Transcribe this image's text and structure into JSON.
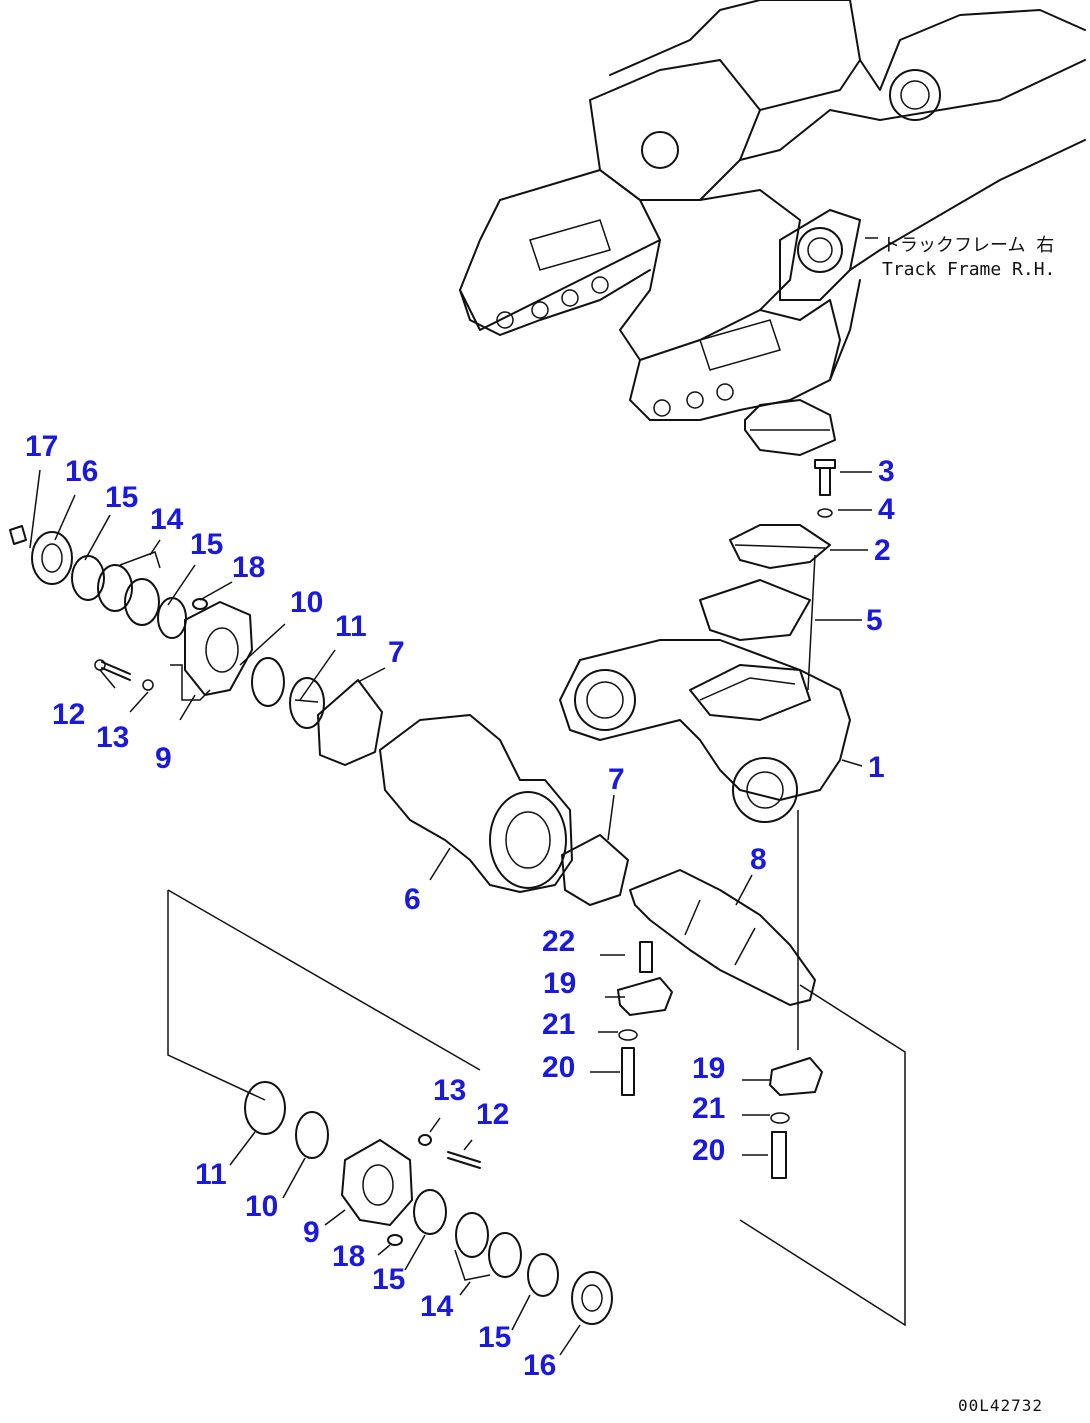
{
  "callout_color": "#1a1adf",
  "frame_note": {
    "line1": "トラックフレーム 右",
    "line2": "Track Frame R.H."
  },
  "drawing_number": "00L42732",
  "callouts": [
    {
      "id": "c1",
      "label": "1"
    },
    {
      "id": "c2",
      "label": "2"
    },
    {
      "id": "c3",
      "label": "3"
    },
    {
      "id": "c4",
      "label": "4"
    },
    {
      "id": "c5",
      "label": "5"
    },
    {
      "id": "c6",
      "label": "6"
    },
    {
      "id": "c7a",
      "label": "7"
    },
    {
      "id": "c7b",
      "label": "7"
    },
    {
      "id": "c8",
      "label": "8"
    },
    {
      "id": "c9a",
      "label": "9"
    },
    {
      "id": "c9b",
      "label": "9"
    },
    {
      "id": "c10a",
      "label": "10"
    },
    {
      "id": "c10b",
      "label": "10"
    },
    {
      "id": "c11a",
      "label": "11"
    },
    {
      "id": "c11b",
      "label": "11"
    },
    {
      "id": "c12a",
      "label": "12"
    },
    {
      "id": "c12b",
      "label": "12"
    },
    {
      "id": "c13a",
      "label": "13"
    },
    {
      "id": "c13b",
      "label": "13"
    },
    {
      "id": "c14a",
      "label": "14"
    },
    {
      "id": "c14b",
      "label": "14"
    },
    {
      "id": "c15a",
      "label": "15"
    },
    {
      "id": "c15b",
      "label": "15"
    },
    {
      "id": "c15c",
      "label": "15"
    },
    {
      "id": "c15d",
      "label": "15"
    },
    {
      "id": "c16a",
      "label": "16"
    },
    {
      "id": "c16b",
      "label": "16"
    },
    {
      "id": "c17",
      "label": "17"
    },
    {
      "id": "c18a",
      "label": "18"
    },
    {
      "id": "c18b",
      "label": "18"
    },
    {
      "id": "c19a",
      "label": "19"
    },
    {
      "id": "c19b",
      "label": "19"
    },
    {
      "id": "c20a",
      "label": "20"
    },
    {
      "id": "c20b",
      "label": "20"
    },
    {
      "id": "c21a",
      "label": "21"
    },
    {
      "id": "c21b",
      "label": "21"
    },
    {
      "id": "c22",
      "label": "22"
    }
  ]
}
